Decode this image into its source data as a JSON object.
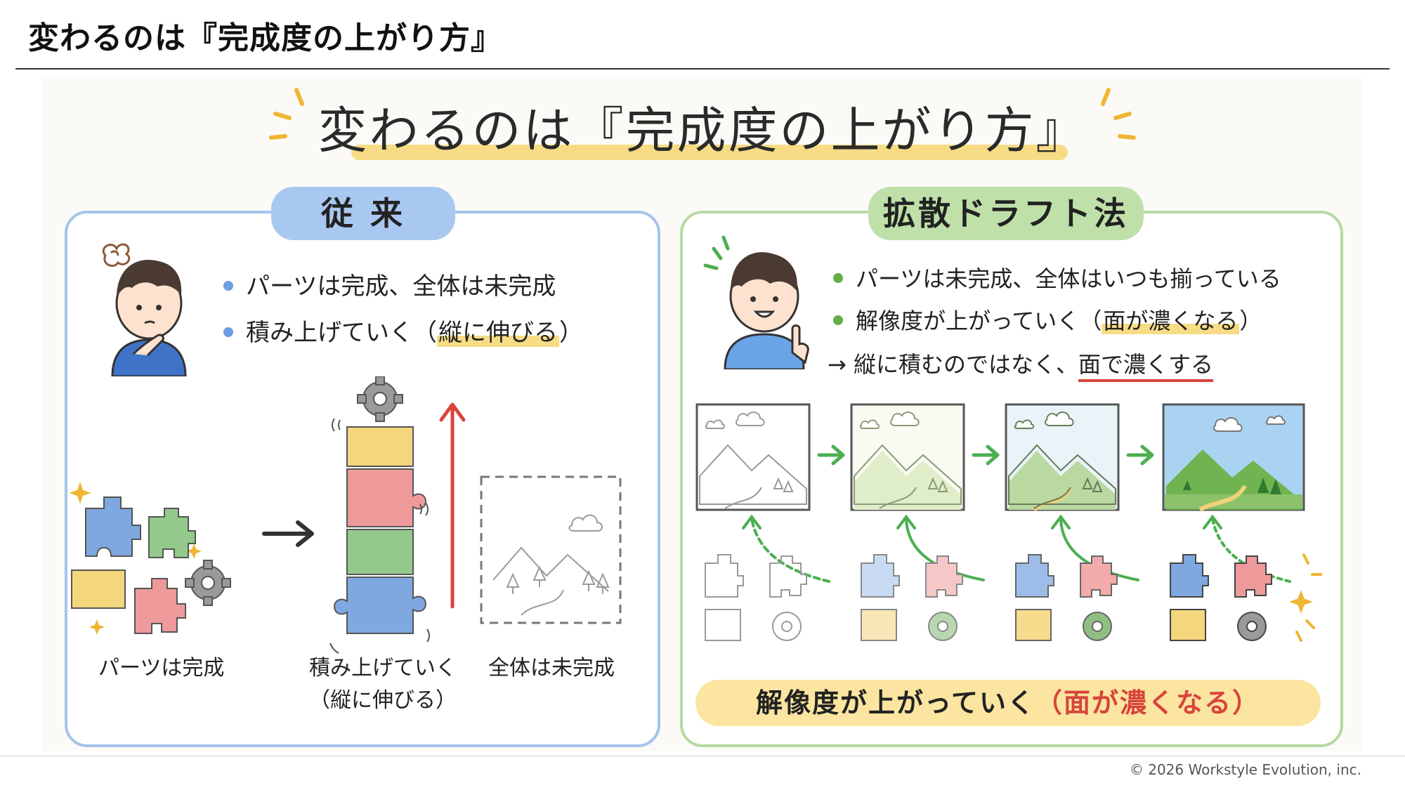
{
  "slide": {
    "title": "変わるのは『完成度の上がり方』",
    "copyright": "© 2026 Workstyle Evolution, inc."
  },
  "illustration": {
    "main_title": "変わるのは『完成度の上がり方』",
    "left": {
      "label": "従 来",
      "bullets": [
        {
          "text": "パーツは完成、全体は未完成"
        },
        {
          "before": "積み上げていく（",
          "highlight": "縦に伸びる",
          "after": "）"
        }
      ],
      "captions": {
        "parts": "パーツは完成",
        "stack_line1": "積み上げていく",
        "stack_line2": "（縦に伸びる）",
        "whole": "全体は未完成"
      }
    },
    "right": {
      "label": "拡散ドラフト法",
      "bullets": [
        {
          "text": "パーツは未完成、全体はいつも揃っている"
        },
        {
          "before": "解像度が上がっていく（",
          "highlight": "面が濃くなる",
          "after": "）"
        }
      ],
      "arrow_line": {
        "before": "→ 縦に積むのではなく、",
        "underline": "面で濃くする"
      },
      "banner": {
        "before": "解像度が上がっていく",
        "emph": "（面が濃くなる）"
      }
    }
  },
  "colors": {
    "blue_piece": "#7ea8df",
    "green_piece": "#93c98a",
    "yellow_piece": "#f4d67c",
    "pink_piece": "#ee9a9a",
    "gear": "#8e8e8e",
    "accent_red": "#d8443c",
    "accent_green": "#4caf50"
  },
  "icons": [
    "thinking-boy-icon",
    "smiling-boy-icon",
    "puzzle-piece-icon",
    "gear-icon",
    "sparkle-icon",
    "arrow-right-icon",
    "arrow-up-icon",
    "landscape-icon",
    "cloud-icon",
    "tree-icon"
  ]
}
